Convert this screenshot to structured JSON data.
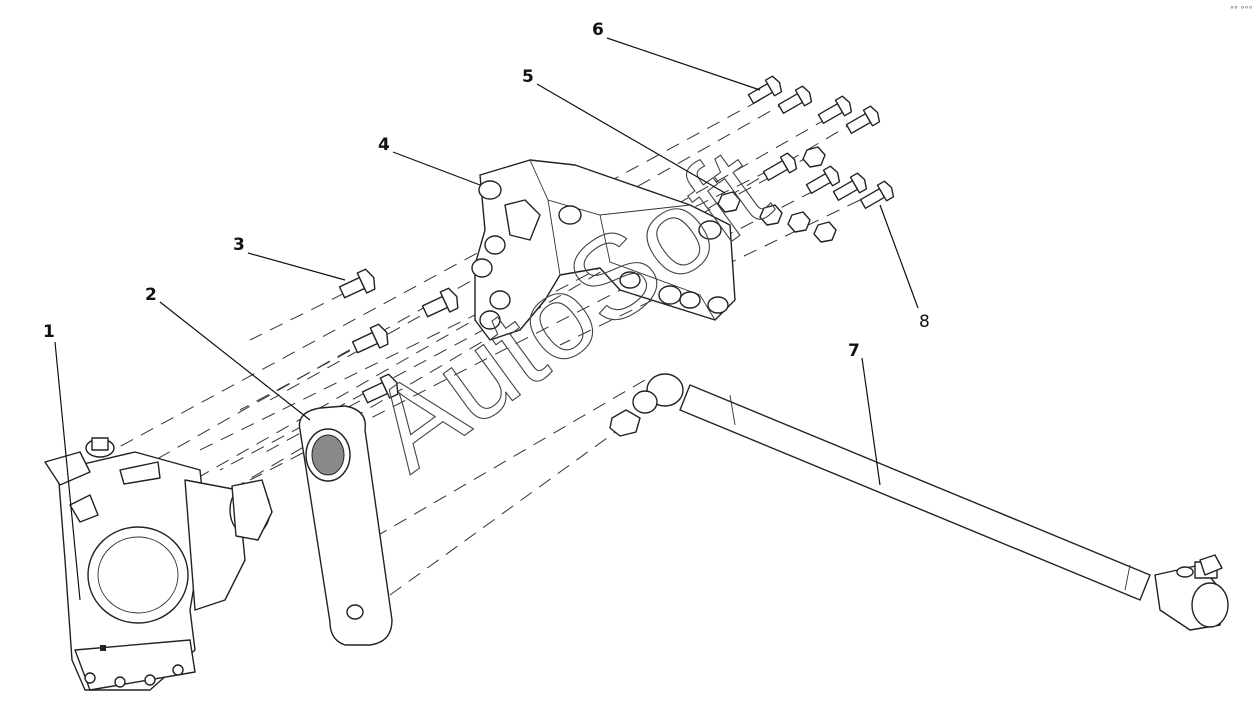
{
  "diagram": {
    "callouts": [
      "1",
      "2",
      "3",
      "4",
      "5",
      "6",
      "7",
      "8"
    ],
    "watermark": "AutoSoft",
    "corner_mark": "°° °°°"
  }
}
